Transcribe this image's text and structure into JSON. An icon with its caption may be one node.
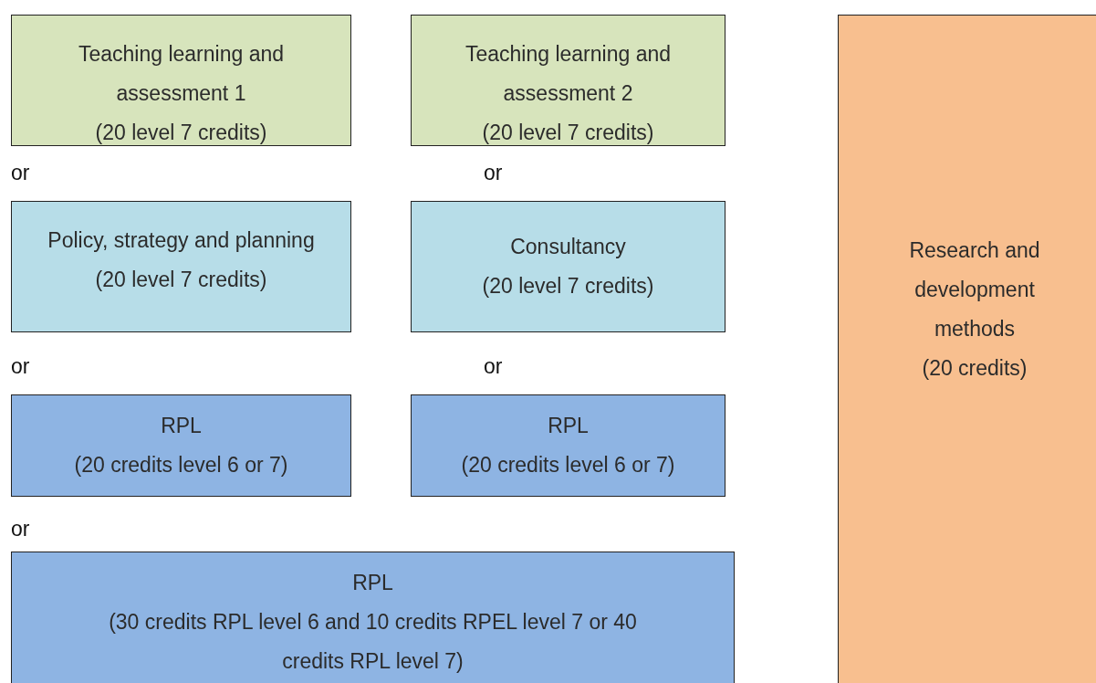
{
  "diagram": {
    "nodes": [
      {
        "text": [
          "Teaching learning and assessment 1",
          "(20 level 7 credits)"
        ]
      },
      {
        "text": [
          "Teaching learning and assessment 2",
          "(20 level 7 credits)"
        ]
      },
      {
        "text": [
          "Policy, strategy and planning",
          "(20 level 7 credits)"
        ]
      },
      {
        "text": [
          "Consultancy",
          "(20 level 7 credits)"
        ]
      },
      {
        "text": [
          "RPL",
          "(20 credits level 6 or 7)"
        ]
      },
      {
        "text": [
          "RPL",
          "(20 credits level 6 or 7)"
        ]
      },
      {
        "text": [
          "RPL",
          "(30 credits RPL level 6 and 10 credits RPEL level 7 or 40 credits RPL level 7)"
        ]
      },
      {
        "text": [
          "Research and development methods",
          "(20 credits)"
        ]
      }
    ],
    "labels": [
      "or",
      "or",
      "or",
      "or",
      "or"
    ]
  }
}
